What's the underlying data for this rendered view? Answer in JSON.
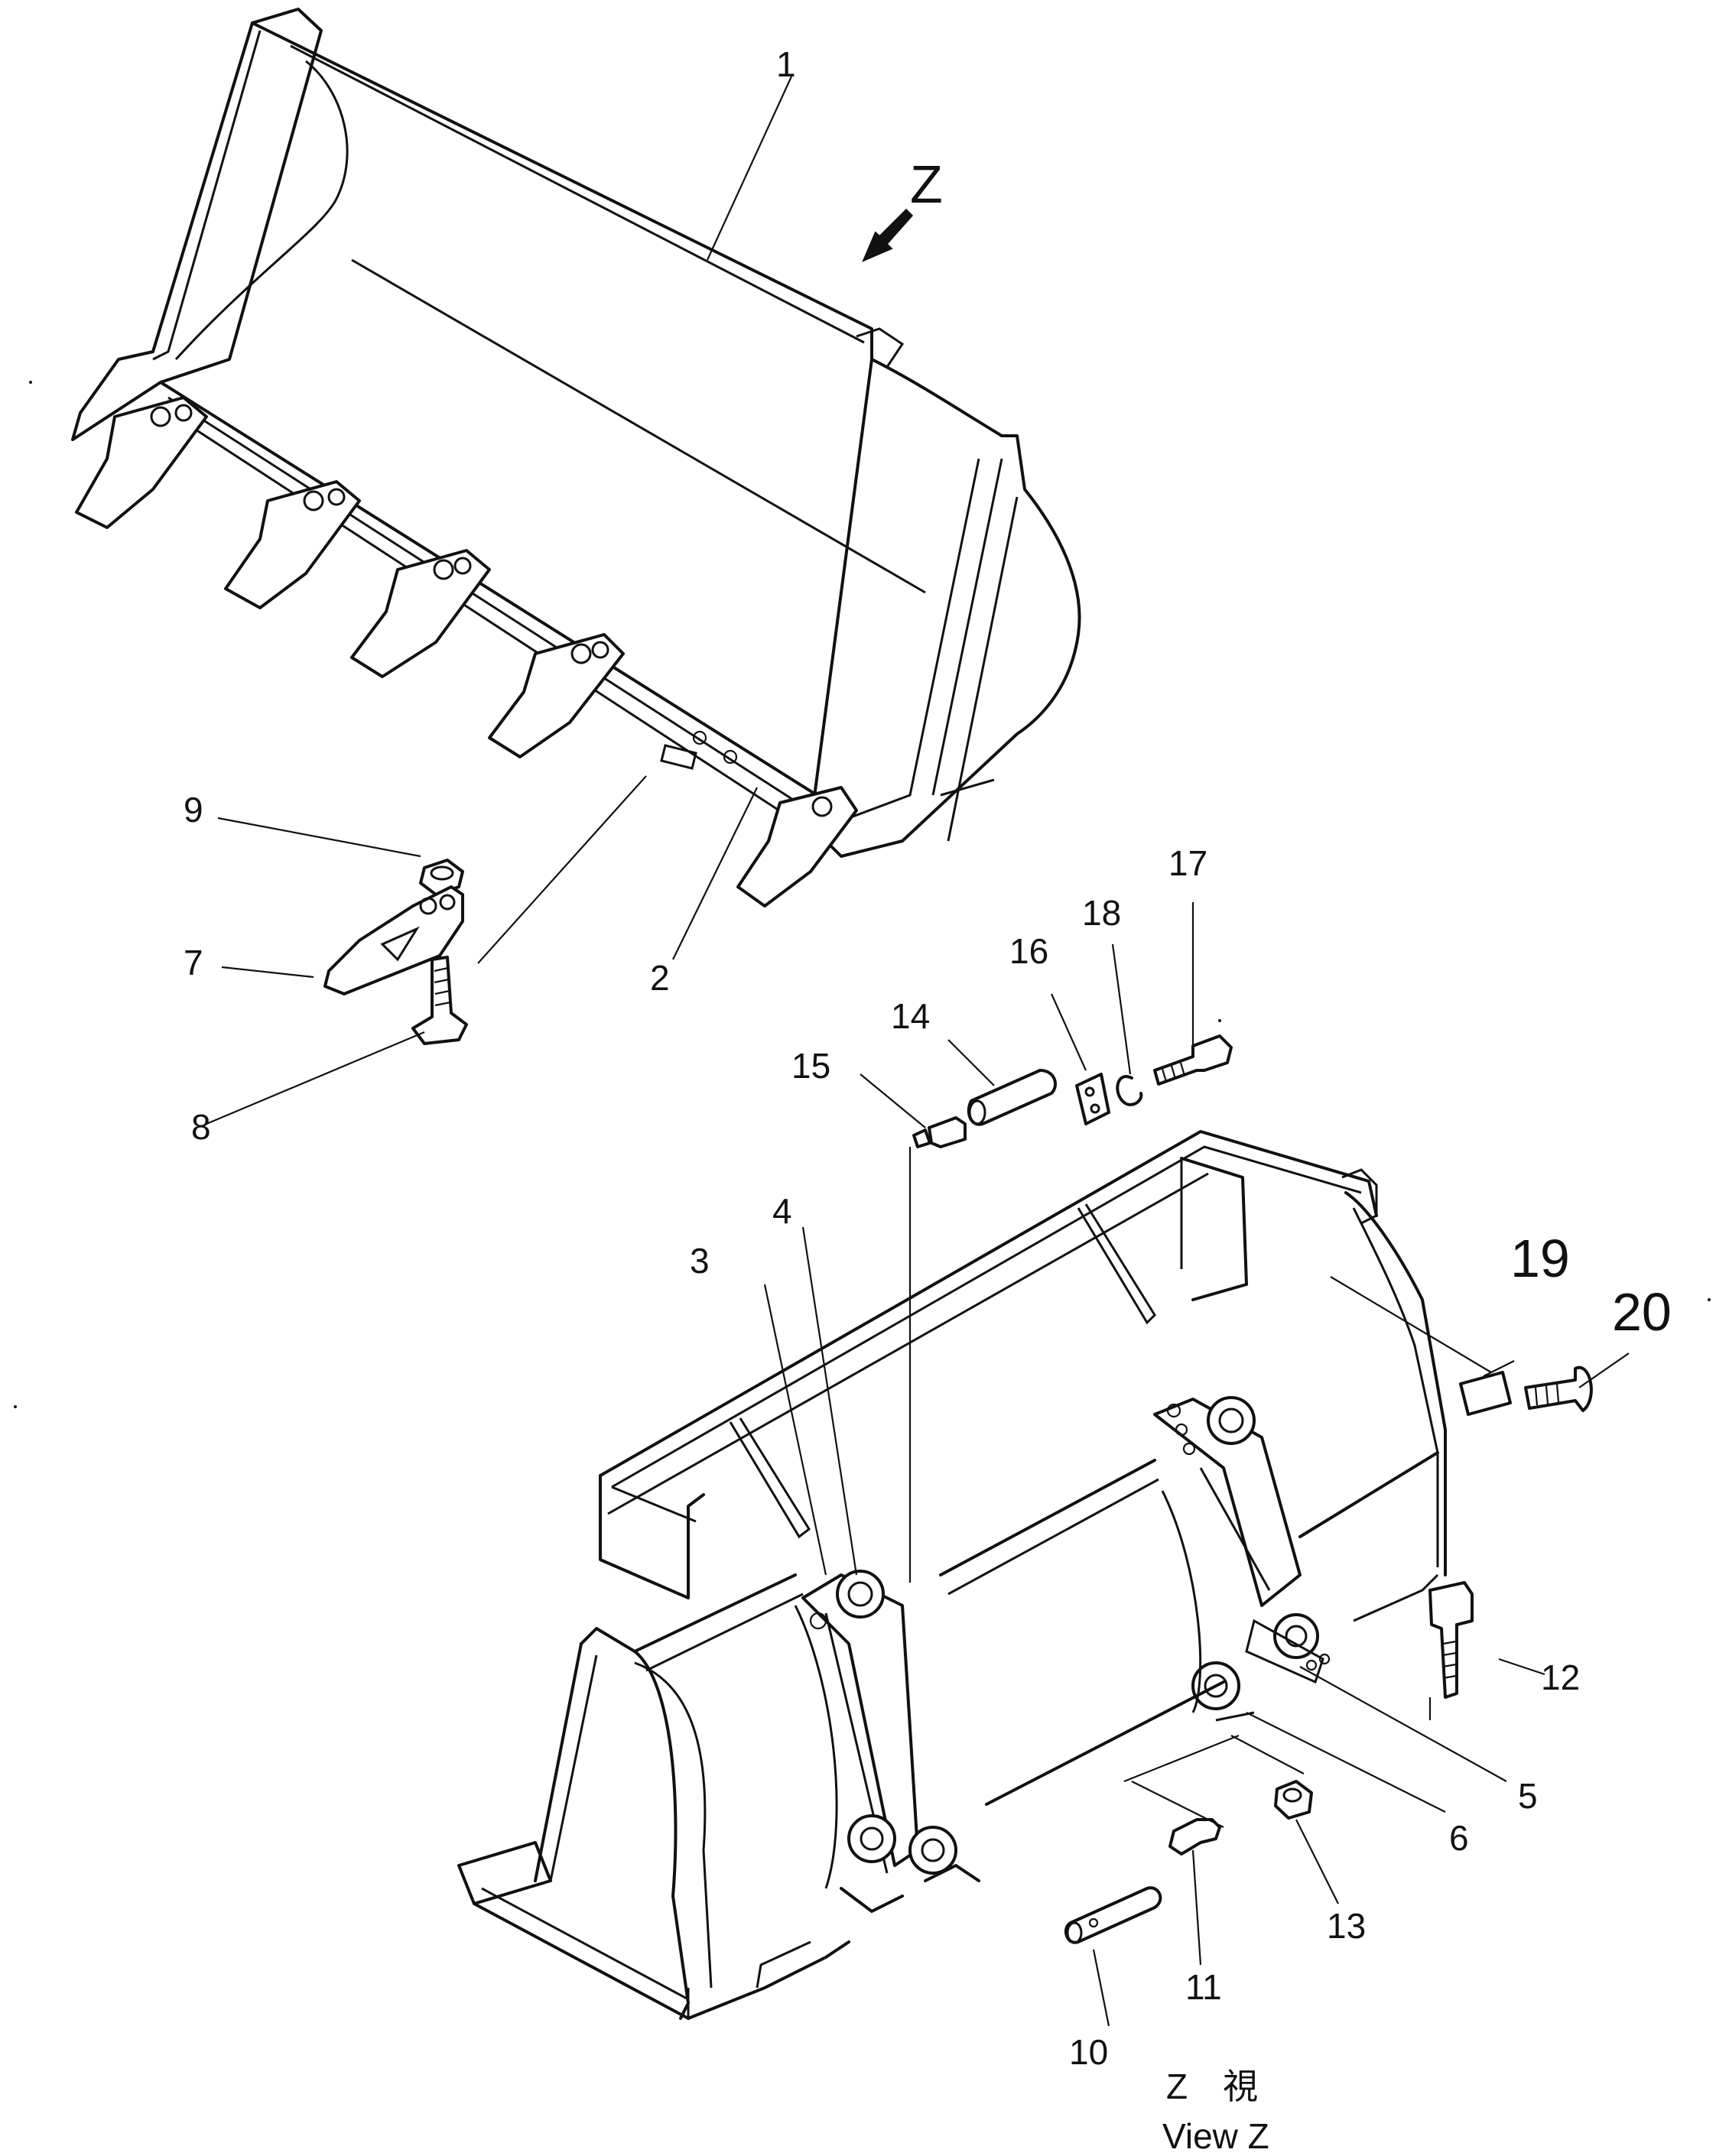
{
  "view_arrow_label": "Z",
  "caption": {
    "line1": "Z　視",
    "line2": "View Z"
  },
  "callouts": [
    "1",
    "2",
    "3",
    "4",
    "5",
    "6",
    "7",
    "8",
    "9",
    "10",
    "11",
    "12",
    "13",
    "14",
    "15",
    "16",
    "17",
    "18",
    "19",
    "20"
  ],
  "icons": {
    "view_arrow": "arrow-down-left-icon"
  }
}
